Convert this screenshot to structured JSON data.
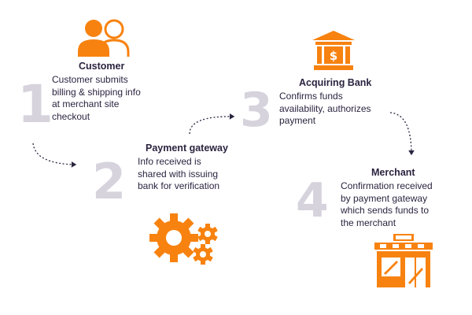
{
  "colors": {
    "accent": "#f7820f",
    "number": "#d6d3dd",
    "text": "#2b2440",
    "arrow": "#2b2440"
  },
  "steps": [
    {
      "number": "1",
      "title": "Customer",
      "lines": [
        "Customer submits",
        "billing & shipping info",
        "at merchant site",
        "checkout"
      ],
      "icon": "customers-icon"
    },
    {
      "number": "2",
      "title": "Payment gateway",
      "lines": [
        "Info received is",
        "shared with issuing",
        "bank for verification"
      ],
      "icon": "gears-icon"
    },
    {
      "number": "3",
      "title": "Acquiring Bank",
      "lines": [
        "Confirms funds",
        "availability, authorizes",
        "payment"
      ],
      "icon": "bank-icon"
    },
    {
      "number": "4",
      "title": "Merchant",
      "lines": [
        "Confirmation received",
        "by payment gateway",
        "which sends funds to",
        "the merchant"
      ],
      "icon": "store-icon"
    }
  ]
}
